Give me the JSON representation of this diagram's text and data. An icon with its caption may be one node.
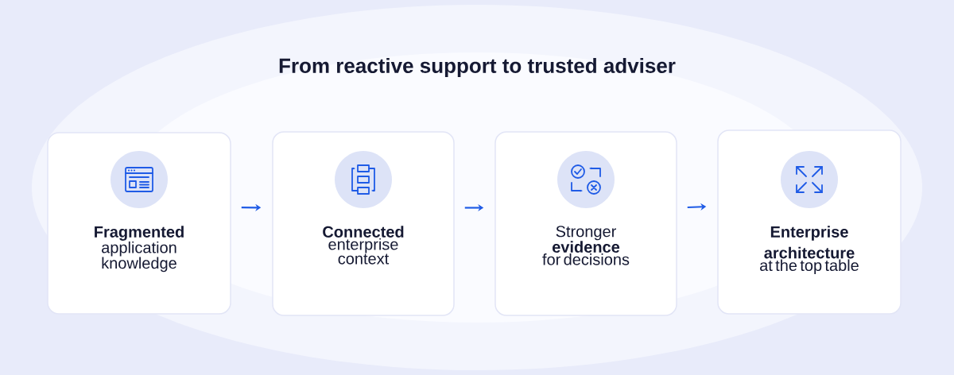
{
  "diagram": {
    "title": "From reactive support to trusted adviser",
    "nodes": [
      {
        "text": [
          "Fragmented",
          "application knowledge"
        ]
      },
      {
        "text": [
          "Connected",
          "enterprise context"
        ]
      },
      {
        "text": [
          "Stronger **evidence** for decisions"
        ]
      },
      {
        "text": [
          "Enterprise architecture",
          "at the top table"
        ]
      }
    ],
    "edges": [
      {
        "from": 0,
        "to": 1,
        "arrow": "to"
      },
      {
        "from": 1,
        "to": 2,
        "arrow": "to"
      },
      {
        "from": 2,
        "to": 3,
        "arrow": "to"
      }
    ]
  }
}
